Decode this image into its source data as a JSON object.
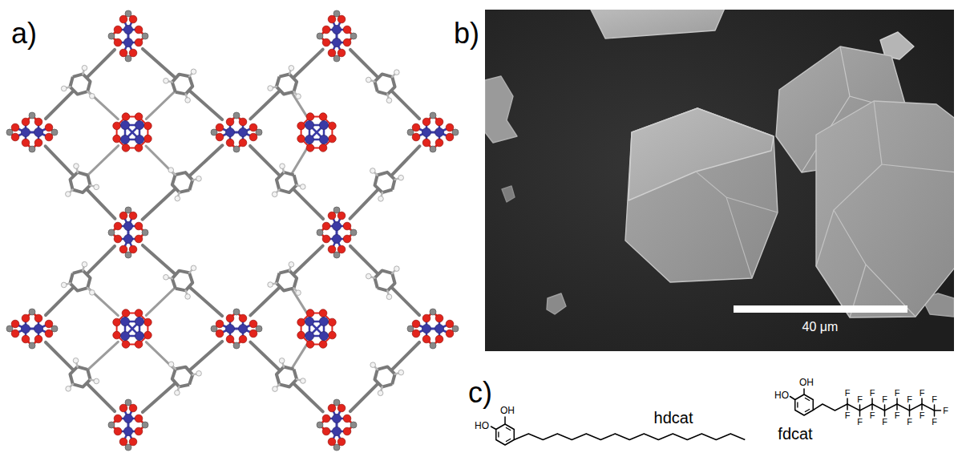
{
  "diagram": {
    "labels": [
      "a)",
      "b)",
      "40 μm",
      "c)",
      "OH",
      "HO",
      "hdcat",
      "OH",
      "HO",
      "fdcat",
      "F",
      "F",
      "F",
      "F",
      "F",
      "F",
      "F",
      "F",
      "F",
      "F",
      "F",
      "F",
      "F",
      "F",
      "F",
      "F",
      "F"
    ]
  }
}
